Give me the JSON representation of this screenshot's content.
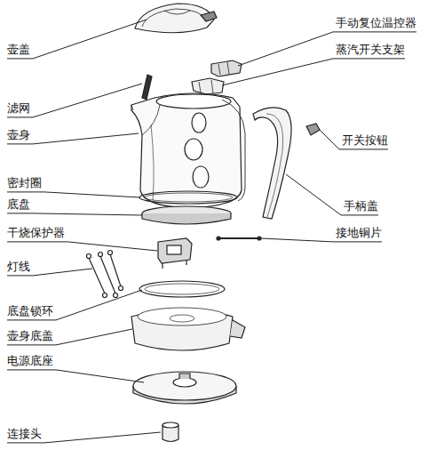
{
  "diagram": {
    "labels": [
      "壶盖",
      "手动复位温控器",
      "蒸汽开关支架",
      "滤网",
      "壶身",
      "开关按钮",
      "密封圈",
      "底盘",
      "手柄盖",
      "干烧保护器",
      "接地铜片",
      "灯线",
      "底盘锁环",
      "壶身底盖",
      "电源底座",
      "连接头"
    ]
  }
}
